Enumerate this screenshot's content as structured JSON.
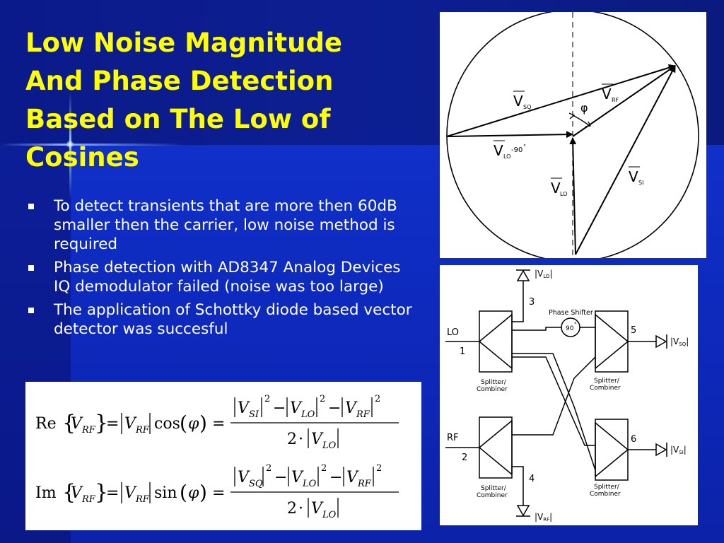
{
  "slide": {
    "title_lines": [
      "Low Noise Magnitude",
      "And Phase Detection",
      "Based on The Low of",
      "Cosines"
    ],
    "bullets": [
      "To detect transients that are more then 60dB smaller then the carrier, low noise method is required",
      "Phase detection with AD8347 Analog Devices IQ demodulator failed (noise was too large)",
      "The application of Schottky diode based vector detector was succesful"
    ],
    "colors": {
      "title": "#ffff00",
      "text": "#ffffff",
      "background": "#0d27b8"
    }
  },
  "phasor_diagram": {
    "labels": {
      "v": "V",
      "sq": "SQ",
      "rf": "RF",
      "lo_90": "LO",
      "minus90": "-90",
      "degree": "°",
      "lo": "LO",
      "si": "SI",
      "phi": "φ"
    }
  },
  "circuit_diagram": {
    "phase_shifter": "Phase Shifter",
    "phase_value": "90",
    "degree": "°",
    "ports": {
      "lo": "LO",
      "rf": "RF"
    },
    "nodes": {
      "n1": "1",
      "n2": "2",
      "n3": "3",
      "n4": "4",
      "n5": "5",
      "n6": "6"
    },
    "blocks": [
      "Splitter/",
      "Combiner"
    ],
    "outputs": {
      "v_lo": {
        "v": "V",
        "sub": "LO"
      },
      "v_sq": {
        "v": "V",
        "sub": "SQ"
      },
      "v_si": {
        "v": "V",
        "sub": "SI"
      },
      "v_rf": {
        "v": "V",
        "sub": "RF"
      }
    }
  },
  "formulas": {
    "re": {
      "fn": "Re",
      "v": "V",
      "rf": "RF",
      "eq": "=",
      "trig": "cos",
      "phi": "φ",
      "si": "SI",
      "lo": "LO",
      "minus": "−",
      "sq2": "2",
      "two": "2",
      "dot": "·"
    },
    "im": {
      "fn": "Im",
      "v": "V",
      "rf": "RF",
      "eq": "=",
      "trig": "sin",
      "phi": "φ",
      "sq": "SQ",
      "lo": "LO",
      "minus": "−",
      "sq2": "2",
      "two": "2",
      "dot": "·"
    }
  }
}
